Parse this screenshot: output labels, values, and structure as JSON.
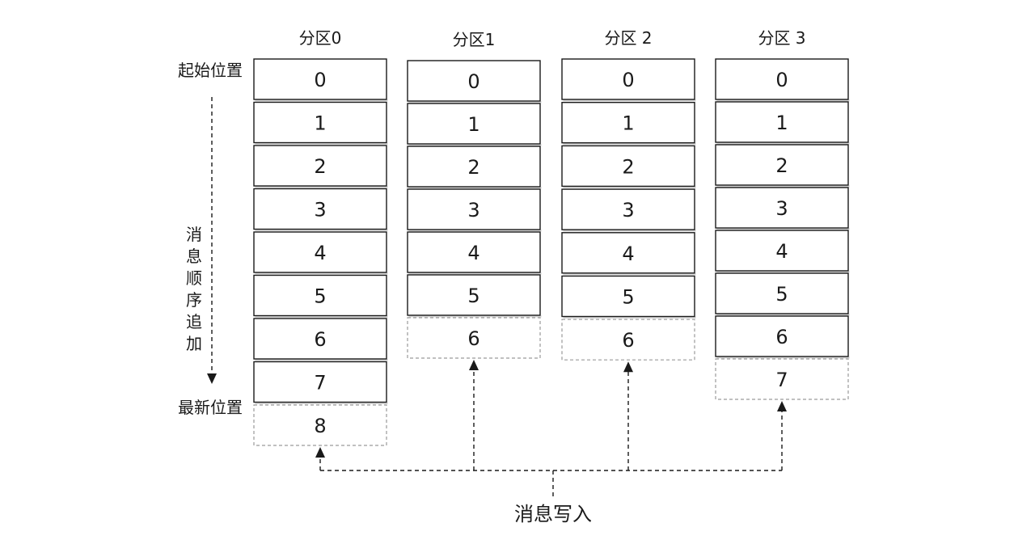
{
  "labels": {
    "start": "起始位置",
    "latest": "最新位置",
    "append_chars": [
      "消",
      "息",
      "顺",
      "序",
      "追",
      "加"
    ],
    "write": "消息写入"
  },
  "partitions": [
    {
      "title": "分区0",
      "cells": [
        "0",
        "1",
        "2",
        "3",
        "4",
        "5",
        "6",
        "7"
      ],
      "pending": "8"
    },
    {
      "title": "分区1",
      "cells": [
        "0",
        "1",
        "2",
        "3",
        "4",
        "5"
      ],
      "pending": "6"
    },
    {
      "title": "分区 2",
      "cells": [
        "0",
        "1",
        "2",
        "3",
        "4",
        "5"
      ],
      "pending": "6"
    },
    {
      "title": "分区 3",
      "cells": [
        "0",
        "1",
        "2",
        "3",
        "4",
        "5",
        "6"
      ],
      "pending": "7"
    }
  ]
}
